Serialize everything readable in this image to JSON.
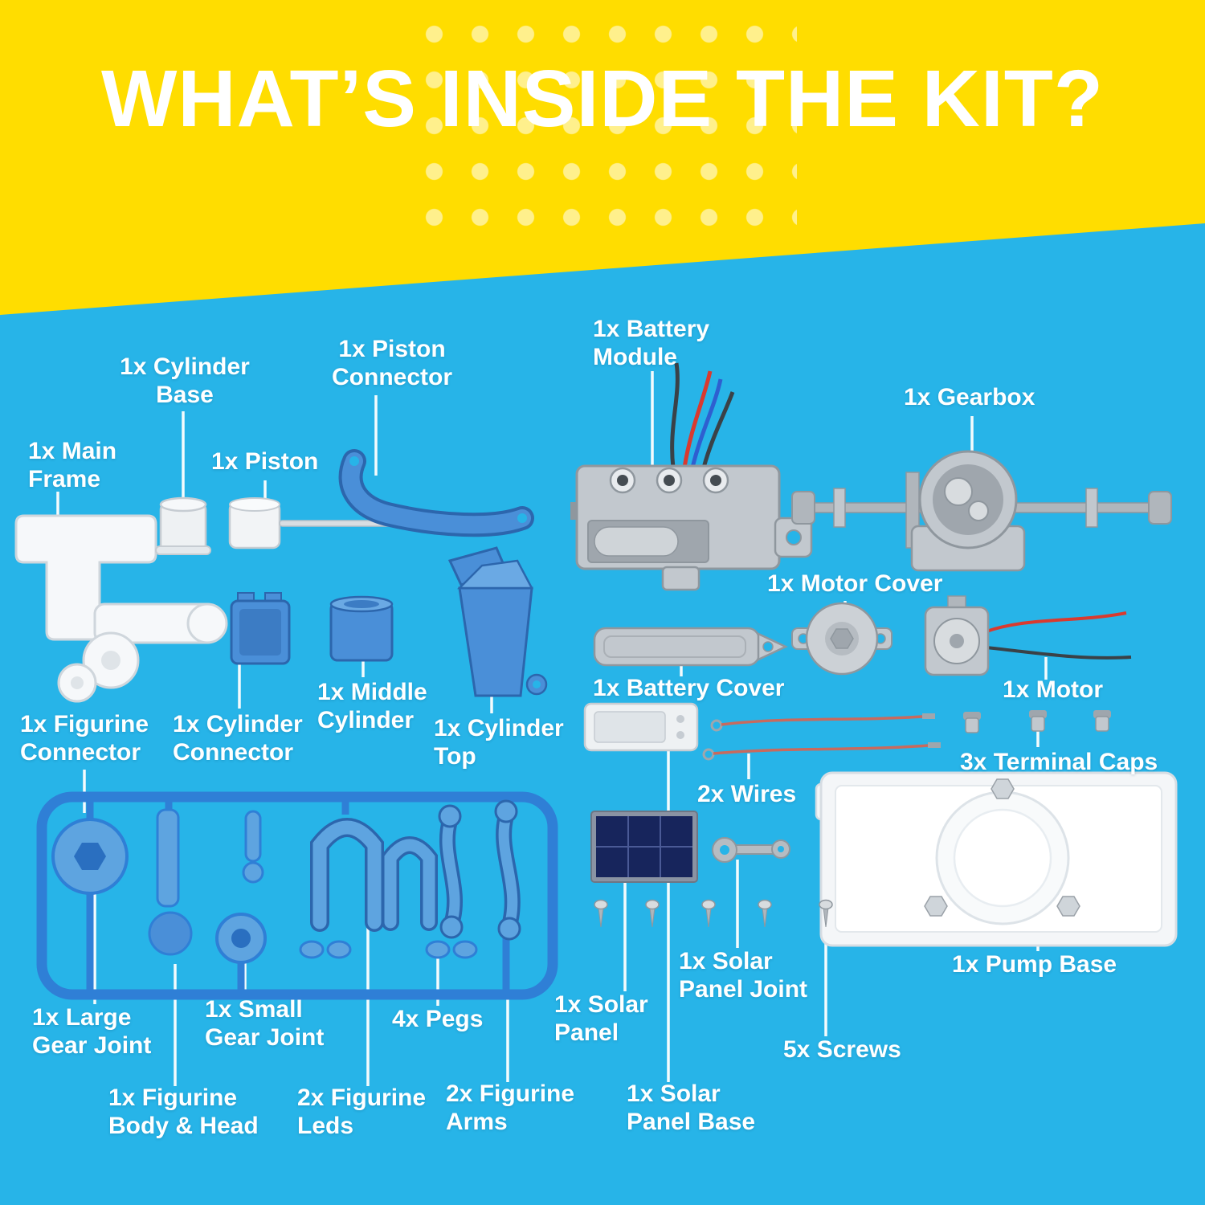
{
  "header": {
    "title": "WHAT’S INSIDE THE KIT?"
  },
  "colors": {
    "yellow": "#FFDD00",
    "cyan": "#27B4E8",
    "label_text": "#FFFFFF",
    "part_blue": "#4A8FD8",
    "part_blue_dark": "#2C66AD",
    "part_blue_light": "#5EA4E0",
    "part_grey": "#C2C8CE",
    "part_grey_dark": "#8F979E",
    "part_white": "#F6F8FA",
    "solar_panel_dark": "#17255C",
    "wire_red": "#D93A2F",
    "wire_blue": "#2E5FD0",
    "wire_black": "#3A4147"
  },
  "labels": [
    {
      "id": "main-frame",
      "text": "1x Main\nFrame"
    },
    {
      "id": "cylinder-base",
      "text": "1x Cylinder\nBase"
    },
    {
      "id": "piston",
      "text": "1x Piston"
    },
    {
      "id": "piston-connector",
      "text": "1x Piston\nConnector"
    },
    {
      "id": "battery-module",
      "text": "1x Battery\nModule"
    },
    {
      "id": "gearbox",
      "text": "1x Gearbox"
    },
    {
      "id": "motor-cover",
      "text": "1x Motor Cover"
    },
    {
      "id": "battery-cover",
      "text": "1x Battery Cover"
    },
    {
      "id": "motor",
      "text": "1x Motor"
    },
    {
      "id": "figurine-connector",
      "text": "1x Figurine\nConnector"
    },
    {
      "id": "cylinder-connector",
      "text": "1x Cylinder\nConnector"
    },
    {
      "id": "middle-cylinder",
      "text": "1x Middle\nCylinder"
    },
    {
      "id": "cylinder-top",
      "text": "1x Cylinder\nTop"
    },
    {
      "id": "terminal-caps",
      "text": "3x Terminal Caps"
    },
    {
      "id": "wires",
      "text": "2x Wires"
    },
    {
      "id": "large-gear-joint",
      "text": "1x Large\nGear Joint"
    },
    {
      "id": "small-gear-joint",
      "text": "1x Small\nGear Joint"
    },
    {
      "id": "pegs",
      "text": "4x Pegs"
    },
    {
      "id": "solar-panel",
      "text": "1x Solar\nPanel"
    },
    {
      "id": "solar-panel-joint",
      "text": "1x Solar\nPanel Joint"
    },
    {
      "id": "screws",
      "text": "5x Screws"
    },
    {
      "id": "pump-base",
      "text": "1x Pump Base"
    },
    {
      "id": "figurine-body-head",
      "text": "1x Figurine\nBody & Head"
    },
    {
      "id": "figurine-leds",
      "text": "2x Figurine\nLeds"
    },
    {
      "id": "figurine-arms",
      "text": "2x Figurine\nArms"
    },
    {
      "id": "solar-panel-base",
      "text": "1x Solar\nPanel Base"
    }
  ]
}
